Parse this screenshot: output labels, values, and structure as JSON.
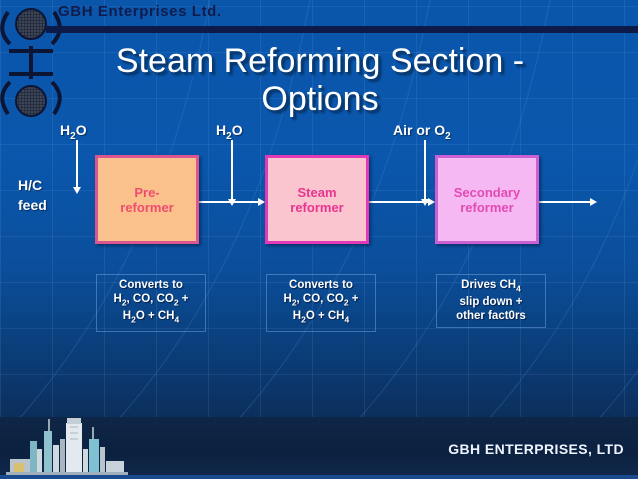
{
  "header": {
    "company": "GBH Enterprises Ltd.",
    "logo_icon": "gbh-abstract-logo-icon"
  },
  "title": {
    "line1": "Steam Reforming Section -",
    "line2": "Options"
  },
  "diagram": {
    "feed_label": {
      "line1": "H/C",
      "line2": "feed"
    },
    "inputs": [
      {
        "id": "input-1",
        "text": "H",
        "sub": "2",
        "tail": "O"
      },
      {
        "id": "input-2",
        "text": "H",
        "sub": "2",
        "tail": "O"
      },
      {
        "id": "input-3",
        "text": "Air or O",
        "sub": "2",
        "tail": ""
      }
    ],
    "boxes": [
      {
        "id": "pre-reformer",
        "line1": "Pre-",
        "line2": "reformer",
        "fill": "#fbc18c",
        "border": "#d9568f",
        "text_color": "#ed4d6e"
      },
      {
        "id": "steam-reformer",
        "line1": "Steam",
        "line2": "reformer",
        "fill": "#fbc5d0",
        "border": "#e23ab7",
        "text_color": "#e8348f"
      },
      {
        "id": "secondary-reformer",
        "line1": "Secondary",
        "line2": "reformer",
        "fill": "#f5b8f2",
        "border": "#cc5fd4",
        "text_color": "#e24bb4"
      }
    ],
    "captions": [
      {
        "id": "caption-pre-reformer",
        "l1": "Converts to",
        "l2a": "H",
        "l2b": "2",
        "l2c": ", CO, CO",
        "l2d": "2",
        "l2e": " +",
        "l3a": "H",
        "l3b": "2",
        "l3c": "O + CH",
        "l3d": "4"
      },
      {
        "id": "caption-steam-reformer",
        "l1": "Converts to",
        "l2a": "H",
        "l2b": "2",
        "l2c": ", CO, CO",
        "l2d": "2",
        "l2e": " +",
        "l3a": "H",
        "l3b": "2",
        "l3c": "O + CH",
        "l3d": "4"
      },
      {
        "id": "caption-secondary-reformer",
        "l1a": "Drives CH",
        "l1b": "4",
        "l2": "slip down +",
        "l3": "other fact0rs"
      }
    ]
  },
  "footer": {
    "text": "GBH ENTERPRISES, LTD",
    "graphic_icon": "industrial-plant-icon"
  },
  "colors": {
    "background_top": "#0a56ab",
    "background_bottom": "#0e2747",
    "header_navy": "#111c4e",
    "title_white": "#ffffff",
    "footer_band": "#0e2646"
  }
}
